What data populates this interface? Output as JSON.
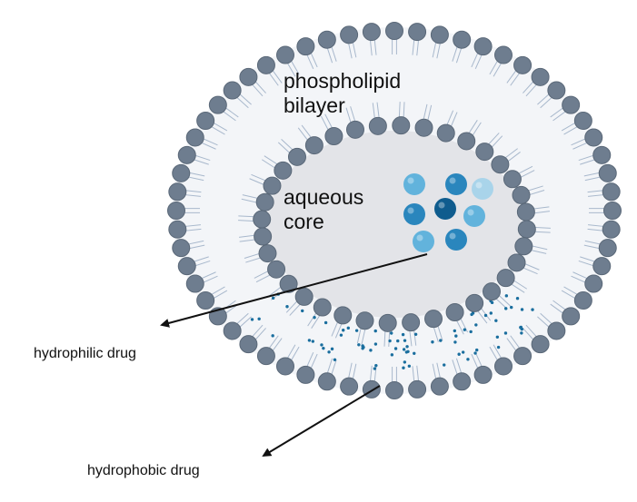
{
  "labels": {
    "bilayer": [
      "phospholipid",
      "bilayer"
    ],
    "core": [
      "aqueous",
      "core"
    ],
    "hydrophilic": "hydrophilic drug",
    "hydrophobic": "hydrophobic drug"
  },
  "colors": {
    "head": "#6e7d8f",
    "head_stroke": "#5a6878",
    "tail": "#a8b8cc",
    "membrane_fill": "#f3f5f8",
    "core_fill": "#e3e4e8",
    "drug_dark": "#0f5c8e",
    "drug_mid": "#2a86bd",
    "drug_light": "#62b3dc",
    "drug_pale": "#a9d4ea",
    "hydrophobic_dot": "#1a6e9e",
    "arrow": "#111111"
  }
}
